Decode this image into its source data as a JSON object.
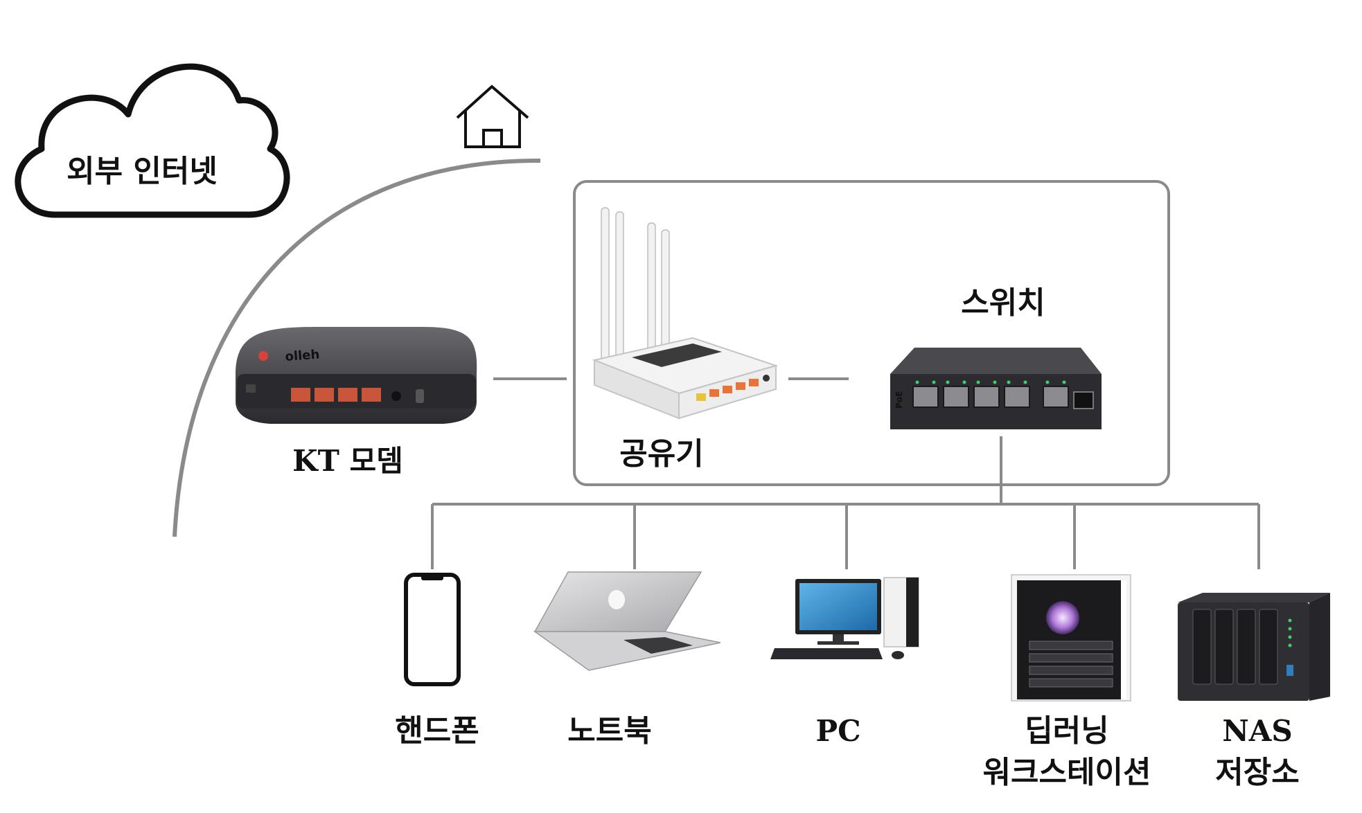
{
  "cloud": {
    "label": "외부 인터넷"
  },
  "devices": {
    "modem": {
      "label": "KT 모뎀",
      "brand": "olleh"
    },
    "router": {
      "label": "공유기"
    },
    "switch": {
      "label": "스위치",
      "poe_text": "PoE"
    },
    "phone": {
      "label": "핸드폰"
    },
    "laptop": {
      "label": "노트북"
    },
    "pc": {
      "label": "PC"
    },
    "workstation": {
      "label_line1": "딥러닝",
      "label_line2": "워크스테이션"
    },
    "nas": {
      "label_line1": "NAS",
      "label_line2": "저장소"
    }
  },
  "colors": {
    "line": "#8a8a8a",
    "outline": "#111111",
    "port_orange": "#e8743a",
    "screen_blue": "#2f7fc0"
  }
}
